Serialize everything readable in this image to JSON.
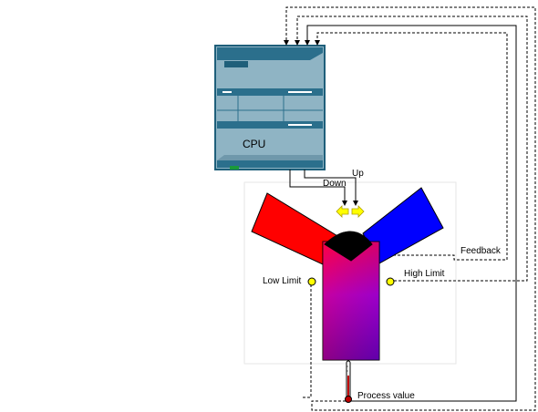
{
  "cpu": {
    "label": "CPU"
  },
  "signals": {
    "up": "Up",
    "down": "Down",
    "feedback": "Feedback",
    "high_limit": "High Limit",
    "low_limit": "Low Limit",
    "process_value": "Process value"
  },
  "colors": {
    "cpu_body": "#8fb4c4",
    "cpu_dark": "#1f5f7a",
    "hot_pipe": "#ff0000",
    "cold_pipe": "#0000ff",
    "valve": "#000000",
    "sensor": "#ffff00",
    "arrow": "#ffff00"
  }
}
